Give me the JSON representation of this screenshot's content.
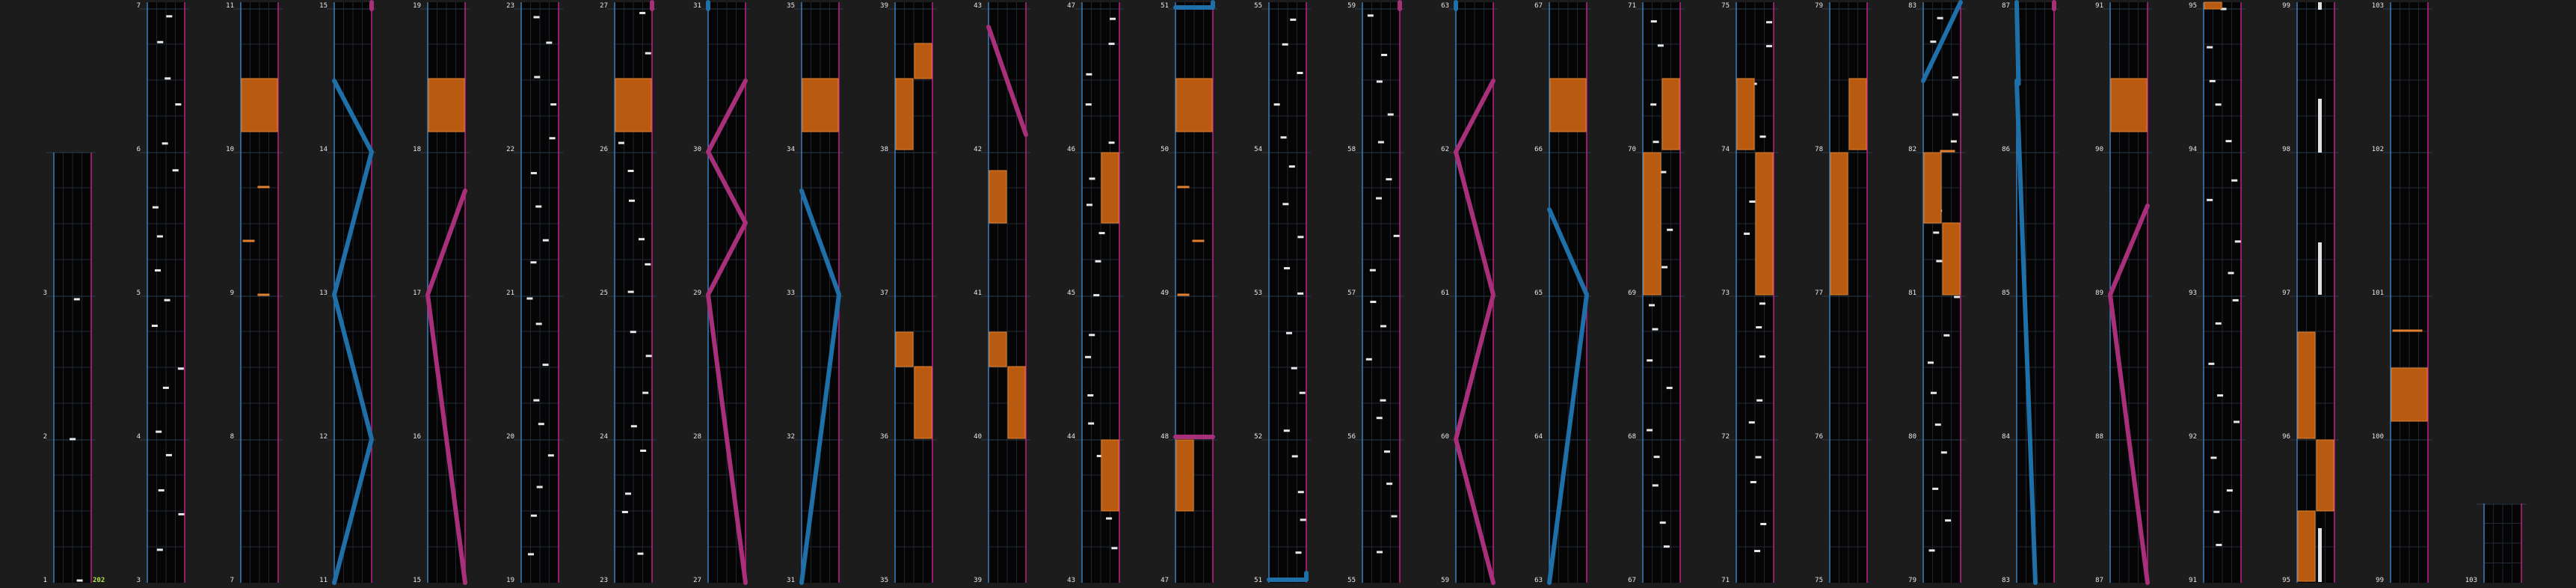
{
  "app": {
    "title": "",
    "combo_label": "202"
  },
  "colors": {
    "background": "#1c1c1c",
    "lane_fill": "#050505",
    "lane_border_left": "#3a7fc0",
    "lane_border_right": "#c0208a",
    "grid_line": "#2c3a4a",
    "tap_note": "#e8e8e8",
    "hold_note": "#b85a10",
    "hold_note_edge": "#e08030",
    "slide_blue": "#1f6fa8",
    "slide_pink": "#a8307a",
    "label_text": "#e6e6e6",
    "combo_text": "#b0e050"
  },
  "columns": [
    {
      "id": 0,
      "measures": [
        3,
        2,
        1
      ]
    },
    {
      "id": 1,
      "measures": [
        7,
        6,
        5,
        4,
        3
      ]
    },
    {
      "id": 2,
      "measures": [
        11,
        10,
        9,
        8,
        7
      ]
    },
    {
      "id": 3,
      "measures": [
        15,
        14,
        13,
        12,
        11
      ]
    },
    {
      "id": 4,
      "measures": [
        19,
        18,
        17,
        16,
        15
      ]
    },
    {
      "id": 5,
      "measures": [
        23,
        22,
        21,
        20,
        19
      ]
    },
    {
      "id": 6,
      "measures": [
        27,
        26,
        25,
        24,
        23
      ]
    },
    {
      "id": 7,
      "measures": [
        31,
        30,
        29,
        28,
        27
      ]
    },
    {
      "id": 8,
      "measures": [
        35,
        34,
        33,
        32,
        31
      ]
    },
    {
      "id": 9,
      "measures": [
        39,
        38,
        37,
        36,
        35
      ]
    },
    {
      "id": 10,
      "measures": [
        43,
        42,
        41,
        40,
        39
      ]
    },
    {
      "id": 11,
      "measures": [
        47,
        46,
        45,
        44,
        43
      ]
    },
    {
      "id": 12,
      "measures": [
        51,
        50,
        49,
        48,
        47
      ]
    },
    {
      "id": 13,
      "measures": [
        55,
        54,
        53,
        52,
        51
      ]
    },
    {
      "id": 14,
      "measures": [
        59,
        58,
        57,
        56,
        55
      ]
    },
    {
      "id": 15,
      "measures": [
        63,
        62,
        61,
        60,
        59
      ]
    },
    {
      "id": 16,
      "measures": [
        67,
        66,
        65,
        64,
        63
      ]
    },
    {
      "id": 17,
      "measures": [
        71,
        70,
        69,
        68,
        67
      ]
    },
    {
      "id": 18,
      "measures": [
        75,
        74,
        73,
        72,
        71
      ]
    },
    {
      "id": 19,
      "measures": [
        79,
        78,
        77,
        76,
        75
      ]
    },
    {
      "id": 20,
      "measures": [
        83,
        82,
        81,
        80,
        79
      ]
    },
    {
      "id": 21,
      "measures": [
        87,
        86,
        85,
        84,
        83
      ]
    },
    {
      "id": 22,
      "measures": [
        91,
        90,
        89,
        88,
        87
      ]
    },
    {
      "id": 23,
      "measures": [
        95,
        94,
        93,
        92,
        91
      ]
    },
    {
      "id": 24,
      "measures": [
        99,
        98,
        97,
        96,
        95
      ]
    },
    {
      "id": 25,
      "measures": [
        103,
        102,
        101,
        100,
        99
      ]
    },
    {
      "id": 26,
      "measures": [
        103
      ]
    }
  ]
}
